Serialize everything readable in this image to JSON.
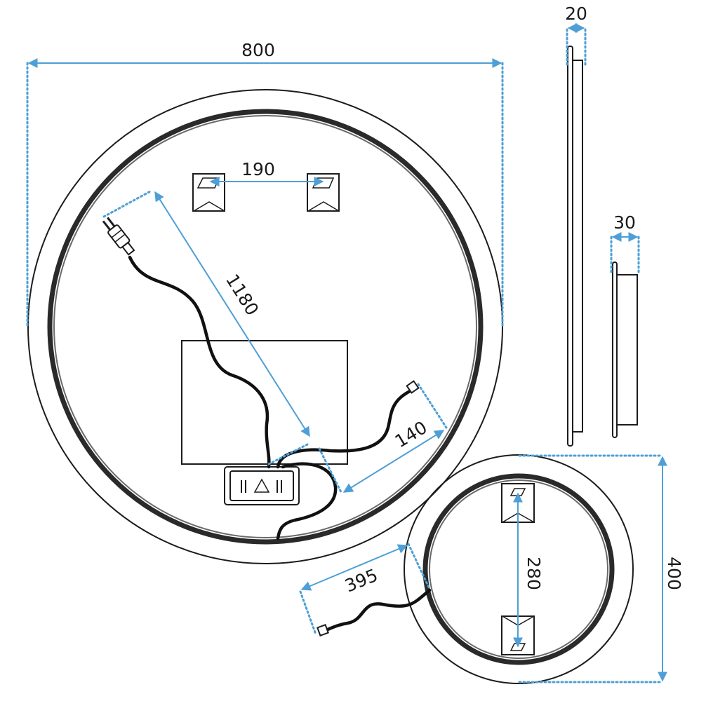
{
  "dimensions": {
    "width_large": "800",
    "depth_large": "20",
    "depth_small": "30",
    "bracket_spacing": "190",
    "cable_length": "1180",
    "lead_length": "140",
    "lead_small": "395",
    "bracket_spacing_small": "280",
    "height_small": "400"
  },
  "colors": {
    "dimension_line": "#4d9fd6",
    "outline": "#1c1c1c"
  }
}
